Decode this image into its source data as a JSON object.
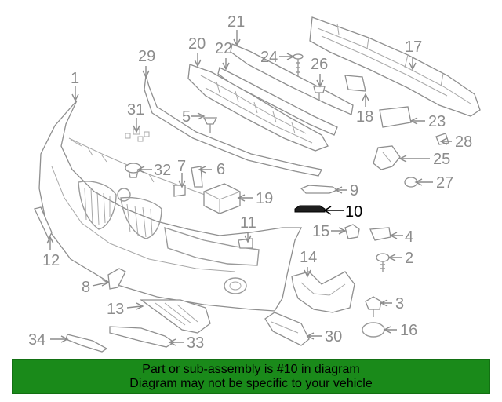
{
  "callouts": [
    "1",
    "2",
    "3",
    "4",
    "5",
    "6",
    "7",
    "8",
    "9",
    "10",
    "11",
    "12",
    "13",
    "14",
    "15",
    "16",
    "17",
    "18",
    "19",
    "20",
    "21",
    "22",
    "23",
    "24",
    "25",
    "26",
    "27",
    "28",
    "29",
    "30",
    "31",
    "32",
    "33",
    "34"
  ],
  "highlighted_part": "10",
  "banner": {
    "line1": "Part or sub-assembly is #10 in diagram",
    "line2": "Diagram may not be specific to your vehicle"
  },
  "colors": {
    "banner_bg": "#1a8a1a",
    "line_art": "#8c8c8c",
    "highlight": "#000000"
  }
}
